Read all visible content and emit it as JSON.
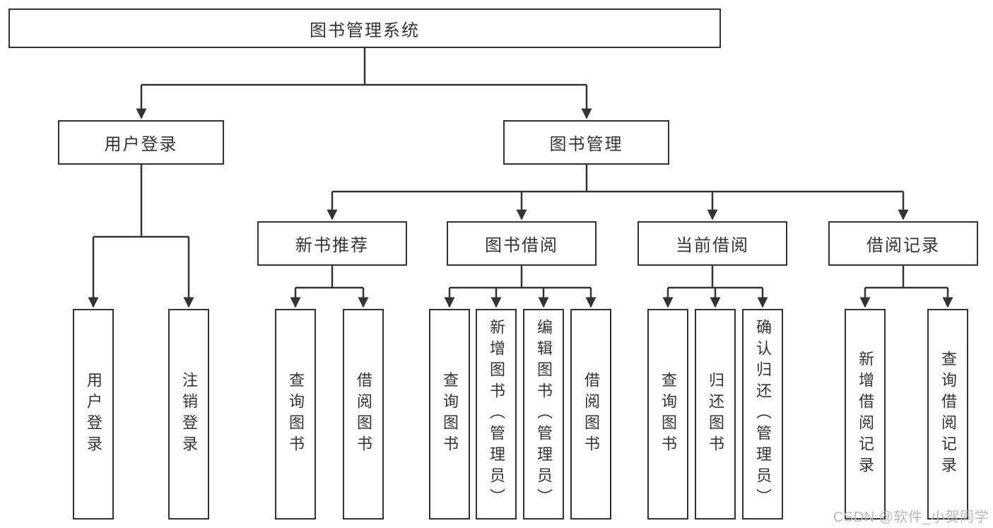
{
  "diagram": {
    "root": {
      "label": "图书管理系统"
    },
    "branches": [
      {
        "label": "用户登录",
        "children": [
          {
            "label": "用户登录"
          },
          {
            "label": "注销登录"
          }
        ]
      },
      {
        "label": "图书管理",
        "children": [
          {
            "label": "新书推荐",
            "children": [
              {
                "label": "查询图书"
              },
              {
                "label": "借阅图书"
              }
            ]
          },
          {
            "label": "图书借阅",
            "children": [
              {
                "label": "查询图书"
              },
              {
                "label": "新增图书（管理员）"
              },
              {
                "label": "编辑图书（管理员）"
              },
              {
                "label": "借阅图书"
              }
            ]
          },
          {
            "label": "当前借阅",
            "children": [
              {
                "label": "查询图书"
              },
              {
                "label": "归还图书"
              },
              {
                "label": "确认归还（管理员）"
              }
            ]
          },
          {
            "label": "借阅记录",
            "children": [
              {
                "label": "新增借阅记录"
              },
              {
                "label": "查询借阅记录"
              }
            ]
          }
        ]
      }
    ]
  },
  "watermark": {
    "text": "CSDN @软件_小贺同学"
  },
  "colors": {
    "line": "#333333",
    "text": "#333333",
    "box_background": "#ffffff",
    "watermark": "#b9b9b9",
    "background": "#ffffff"
  }
}
